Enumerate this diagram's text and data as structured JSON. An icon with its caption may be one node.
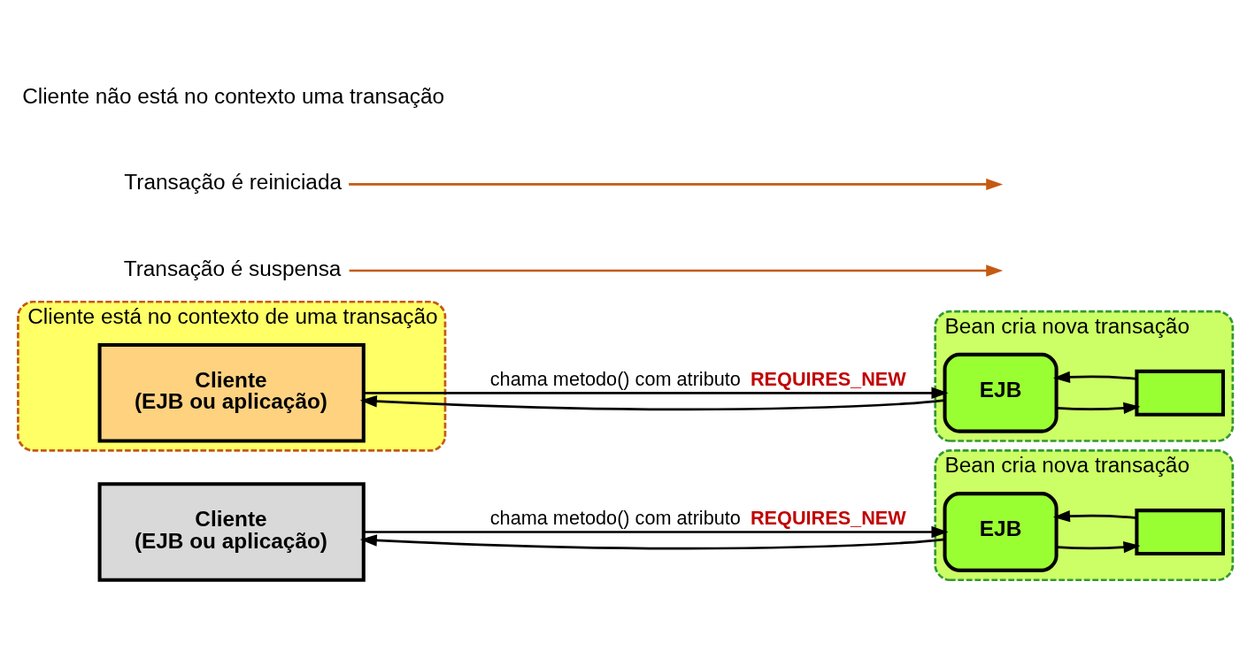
{
  "diagram": {
    "nodes": [
      {
        "text": [
          "Cliente",
          "(EJB ou aplicação)"
        ]
      },
      {
        "text": [
          "Bean cria nova transação"
        ]
      },
      {
        "text": [
          "EJB"
        ],
        "in": 1
      },
      {
        "text": [],
        "shape": "box",
        "in": 1
      },
      {
        "text": [
          "Cliente está no contexto de uma transação"
        ]
      },
      {
        "text": [
          "Cliente",
          "(EJB ou aplicação)"
        ],
        "in": 4
      },
      {
        "text": [
          "Bean cria nova transação"
        ]
      },
      {
        "text": [
          "EJB"
        ],
        "in": 6
      },
      {
        "text": [],
        "shape": "box",
        "in": 6
      },
      {
        "text": [
          "Transação é suspensa"
        ]
      },
      {
        "text": [
          "Transação é reiniciada"
        ]
      }
    ],
    "edges": [
      {
        "from": 0,
        "to": 2,
        "arrow": "to",
        "label": "chama metodo() com atributo **REQUIRES_NEW**"
      },
      {
        "from": 2,
        "to": 0,
        "arrow": "to"
      },
      {
        "from": 2,
        "to": 3,
        "arrow": "to"
      },
      {
        "from": 3,
        "to": 2,
        "arrow": "to"
      },
      {
        "from": 5,
        "to": 7,
        "arrow": "to",
        "label": "chama metodo() com atributo **REQUIRES_NEW**"
      },
      {
        "from": 7,
        "to": 5,
        "arrow": "to"
      },
      {
        "from": 7,
        "to": 8,
        "arrow": "to"
      },
      {
        "from": 8,
        "to": 7,
        "arrow": "to"
      },
      {
        "from": 9,
        "to": null,
        "arrow": "to",
        "color": "#c55a11"
      },
      {
        "from": 10,
        "to": null,
        "arrow": "to",
        "color": "#c55a11"
      }
    ],
    "labels": [
      "Cliente não está no contexto uma transação"
    ]
  }
}
